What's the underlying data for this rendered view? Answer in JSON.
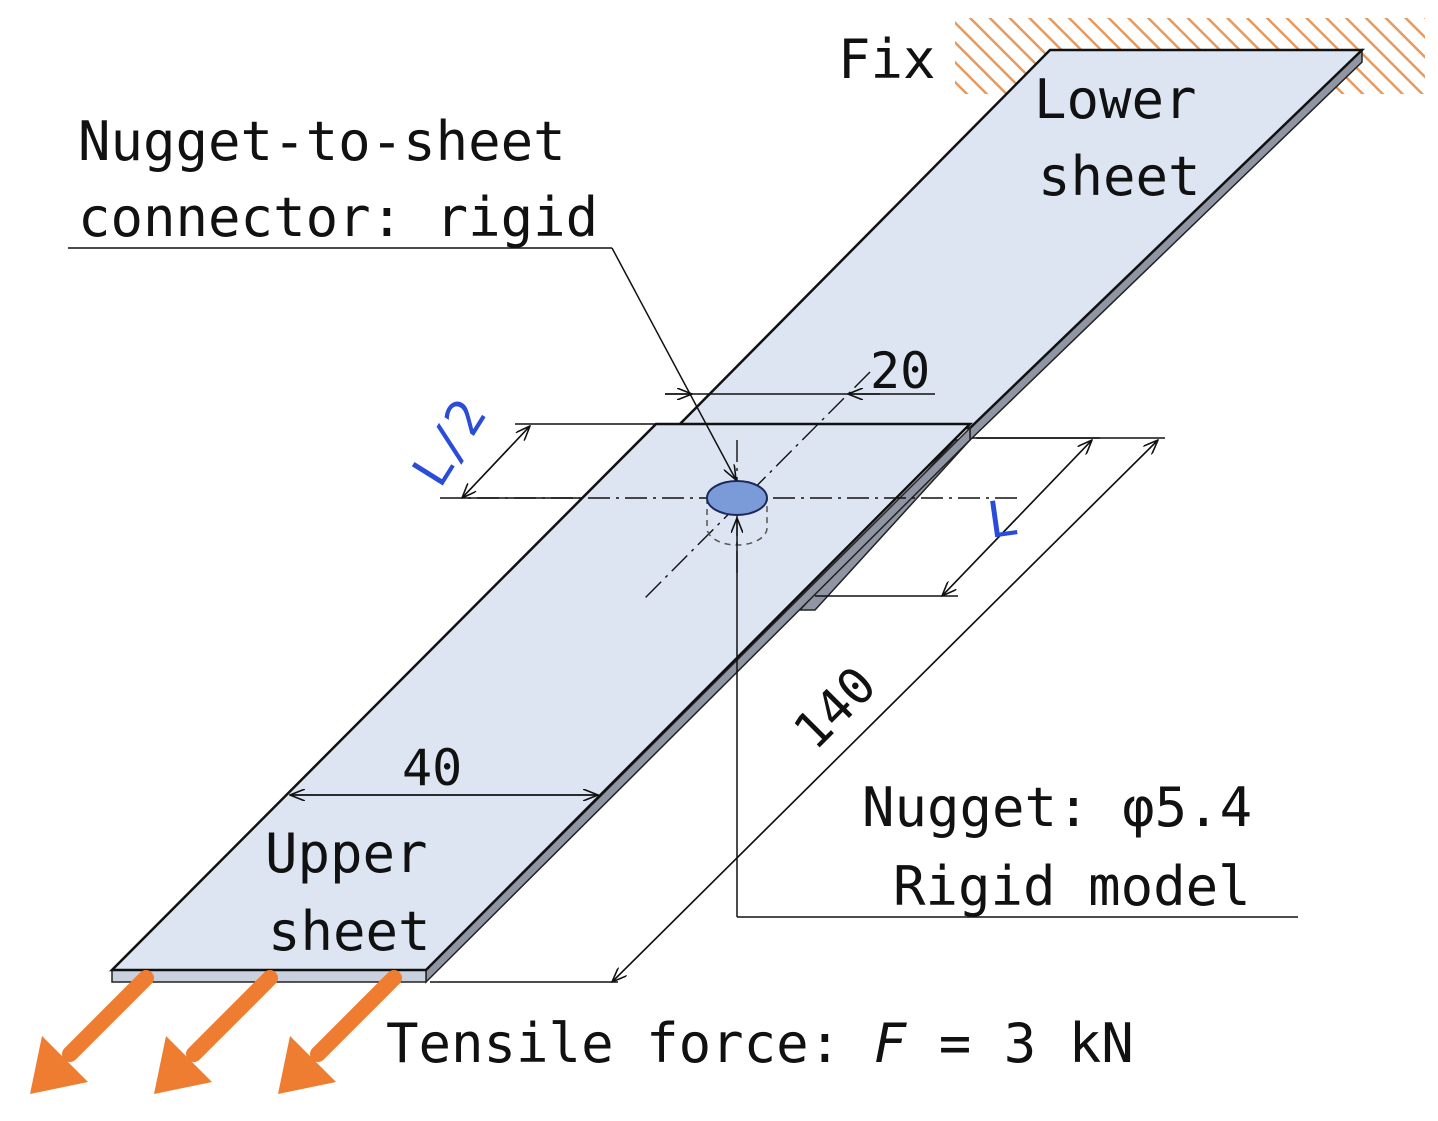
{
  "labels": {
    "fix": "Fix",
    "lower_sheet_line1": "Lower",
    "lower_sheet_line2": "sheet",
    "connector_line1": "Nugget-to-sheet",
    "connector_line2": "connector: rigid",
    "upper_sheet_line1": "Upper",
    "upper_sheet_line2": "sheet",
    "nugget_line1": "Nugget: φ5.4",
    "nugget_line2": "Rigid model",
    "tensile_prefix": "Tensile force: ",
    "tensile_var": "F",
    "tensile_suffix": " = 3 kN"
  },
  "dimensions": {
    "overlap_width": "20",
    "sheet_width": "40",
    "sheet_length": "140",
    "half_overlap": "L/2",
    "overlap_length": "L"
  },
  "colors": {
    "sheet_fill": "#dde5f3",
    "sheet_edge": "#8f95a3",
    "nugget_fill": "#7b9ad8",
    "arrow": "#ee7d31",
    "hatch": "#e69a5e",
    "dim_blue": "#2b4cd8",
    "line": "#111111"
  }
}
